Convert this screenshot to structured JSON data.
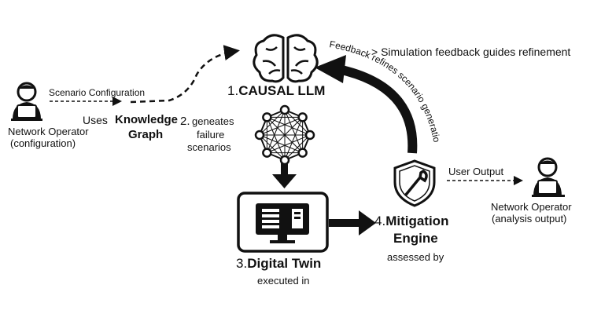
{
  "nodes": {
    "operator_left": {
      "line1": "Network Operator",
      "line2": "(configuration)"
    },
    "scenario_config": "Scenario Configuration",
    "uses_kg": {
      "prefix": "Uses",
      "line1": "Knowledge",
      "line2": "Graph"
    },
    "llm": {
      "number": "1.",
      "label": "CAUSAL LLM"
    },
    "generates": {
      "number": "2.",
      "line1": "geneates",
      "line2": "failure",
      "line3": "scenarios"
    },
    "twin": {
      "number": "3.",
      "label": "Digital Twin",
      "sub": "executed in"
    },
    "mitigation": {
      "number": "4.",
      "line1": "Mitigation",
      "line2": "Engine",
      "sub": "assessed by"
    },
    "feedback_arc": "Feedback refines scenario generation",
    "feedback_note": "> Simulation feedback guides refinement",
    "user_output": "User Output",
    "operator_right": {
      "line1": "Network Operator",
      "line2": "(analysis output)"
    }
  },
  "icons": [
    "person-laptop-icon",
    "brain-icon",
    "network-graph-icon",
    "computer-monitor-icon",
    "shield-wrench-icon"
  ],
  "colors": {
    "ink": "#111111",
    "background": "#ffffff"
  }
}
